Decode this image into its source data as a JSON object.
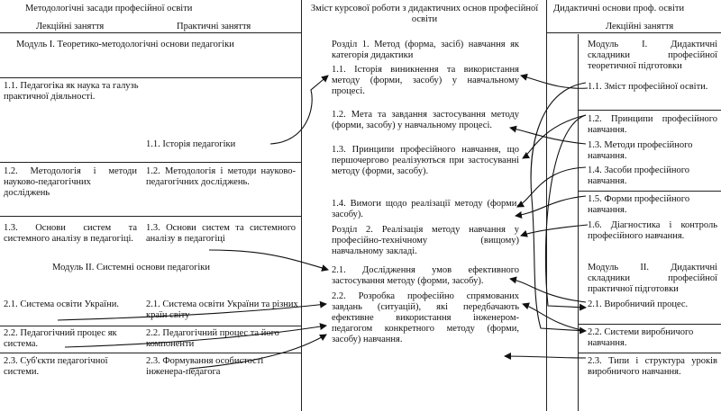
{
  "left": {
    "header": "Методологічні засади професійної освіти",
    "col_lecture": "Лекційні заняття",
    "col_practice": "Практичні заняття",
    "module1": "Модуль I. Теоретико-методологічні основи педагогіки",
    "lec_1_1": "1.1. Педагогіка як наука та галузь практичної діяльності.",
    "prac_1_1": "1.1. Історія педагогіки",
    "lec_1_2": "1.2. Методологія і методи науково-педагогічних досліджень",
    "prac_1_2": "1.2. Методологія і методи науково-педагогічних досліджень.",
    "lec_1_3": "1.3. Основи систем та системного аналізу в педагогіці.",
    "prac_1_3": "1.3. Основи систем та системного аналізу в педагогіці",
    "module2": "Модуль II. Системні основи педагогіки",
    "lec_2_1": "2.1. Система освіти України.",
    "prac_2_1": "2.1. Система освіти України та різних країн світу",
    "lec_2_2": "2.2. Педагогічний процес як система.",
    "prac_2_2": "2.2. Педагогічний процес та його компоненти",
    "lec_2_3": "2.3. Суб'єкти педагогічної системи.",
    "prac_2_3": "2.3. Формування особистості інженера-педагога"
  },
  "middle": {
    "header": "Зміст курсової роботи з дидактичних основ професійної освіти",
    "s1": "Розділ 1. Метод (форма, засіб) навчання як категорія дидактики",
    "s1_1": "1.1. Історія виникнення та використання методу (форми, засобу) у навчальному процесі.",
    "s1_2": "1.2. Мета та завдання застосування методу (форми, засобу) у навчальному процесі.",
    "s1_3": "1.3. Принципи професійного навчання, що першочергово реалізуються при застосуванні методу (форми, засобу).",
    "s1_4": "1.4. Вимоги щодо реалізації методу (форми, засобу).",
    "s2": "Розділ 2. Реалізація методу навчання у професійно-технічному (вищому) навчальному закладі.",
    "s2_1": "2.1. Дослідження умов ефективного застосування методу (форми, засобу).",
    "s2_2": "2.2. Розробка професійно спрямованих завдань (ситуацій), які передбачають ефективне використання інженером-педагогом конкретного методу (форми, засобу) навчання."
  },
  "right": {
    "header": "Дидактичні основи проф. освіти",
    "col_lecture": "Лекційні заняття",
    "module1": "Модуль I. Дидактичні складники професійної теоретичної підготовки",
    "r1_1": "1.1. Зміст професійної освіти.",
    "r1_2": "1.2. Принципи професійного навчання.",
    "r1_3": "1.3. Методи професійного навчання.",
    "r1_4": "1.4. Засоби професійного навчання.",
    "r1_5": "1.5. Форми професійного навчання.",
    "r1_6": "1.6. Діагностика і контроль професійного навчання.",
    "module2": "Модуль II. Дидактичні складники професійної практичної підготовки",
    "r2_1": "2.1. Виробничий процес.",
    "r2_2": "2.2. Системи виробничого навчання.",
    "r2_3": "2.3. Типи і структура уроків виробничого навчання."
  }
}
